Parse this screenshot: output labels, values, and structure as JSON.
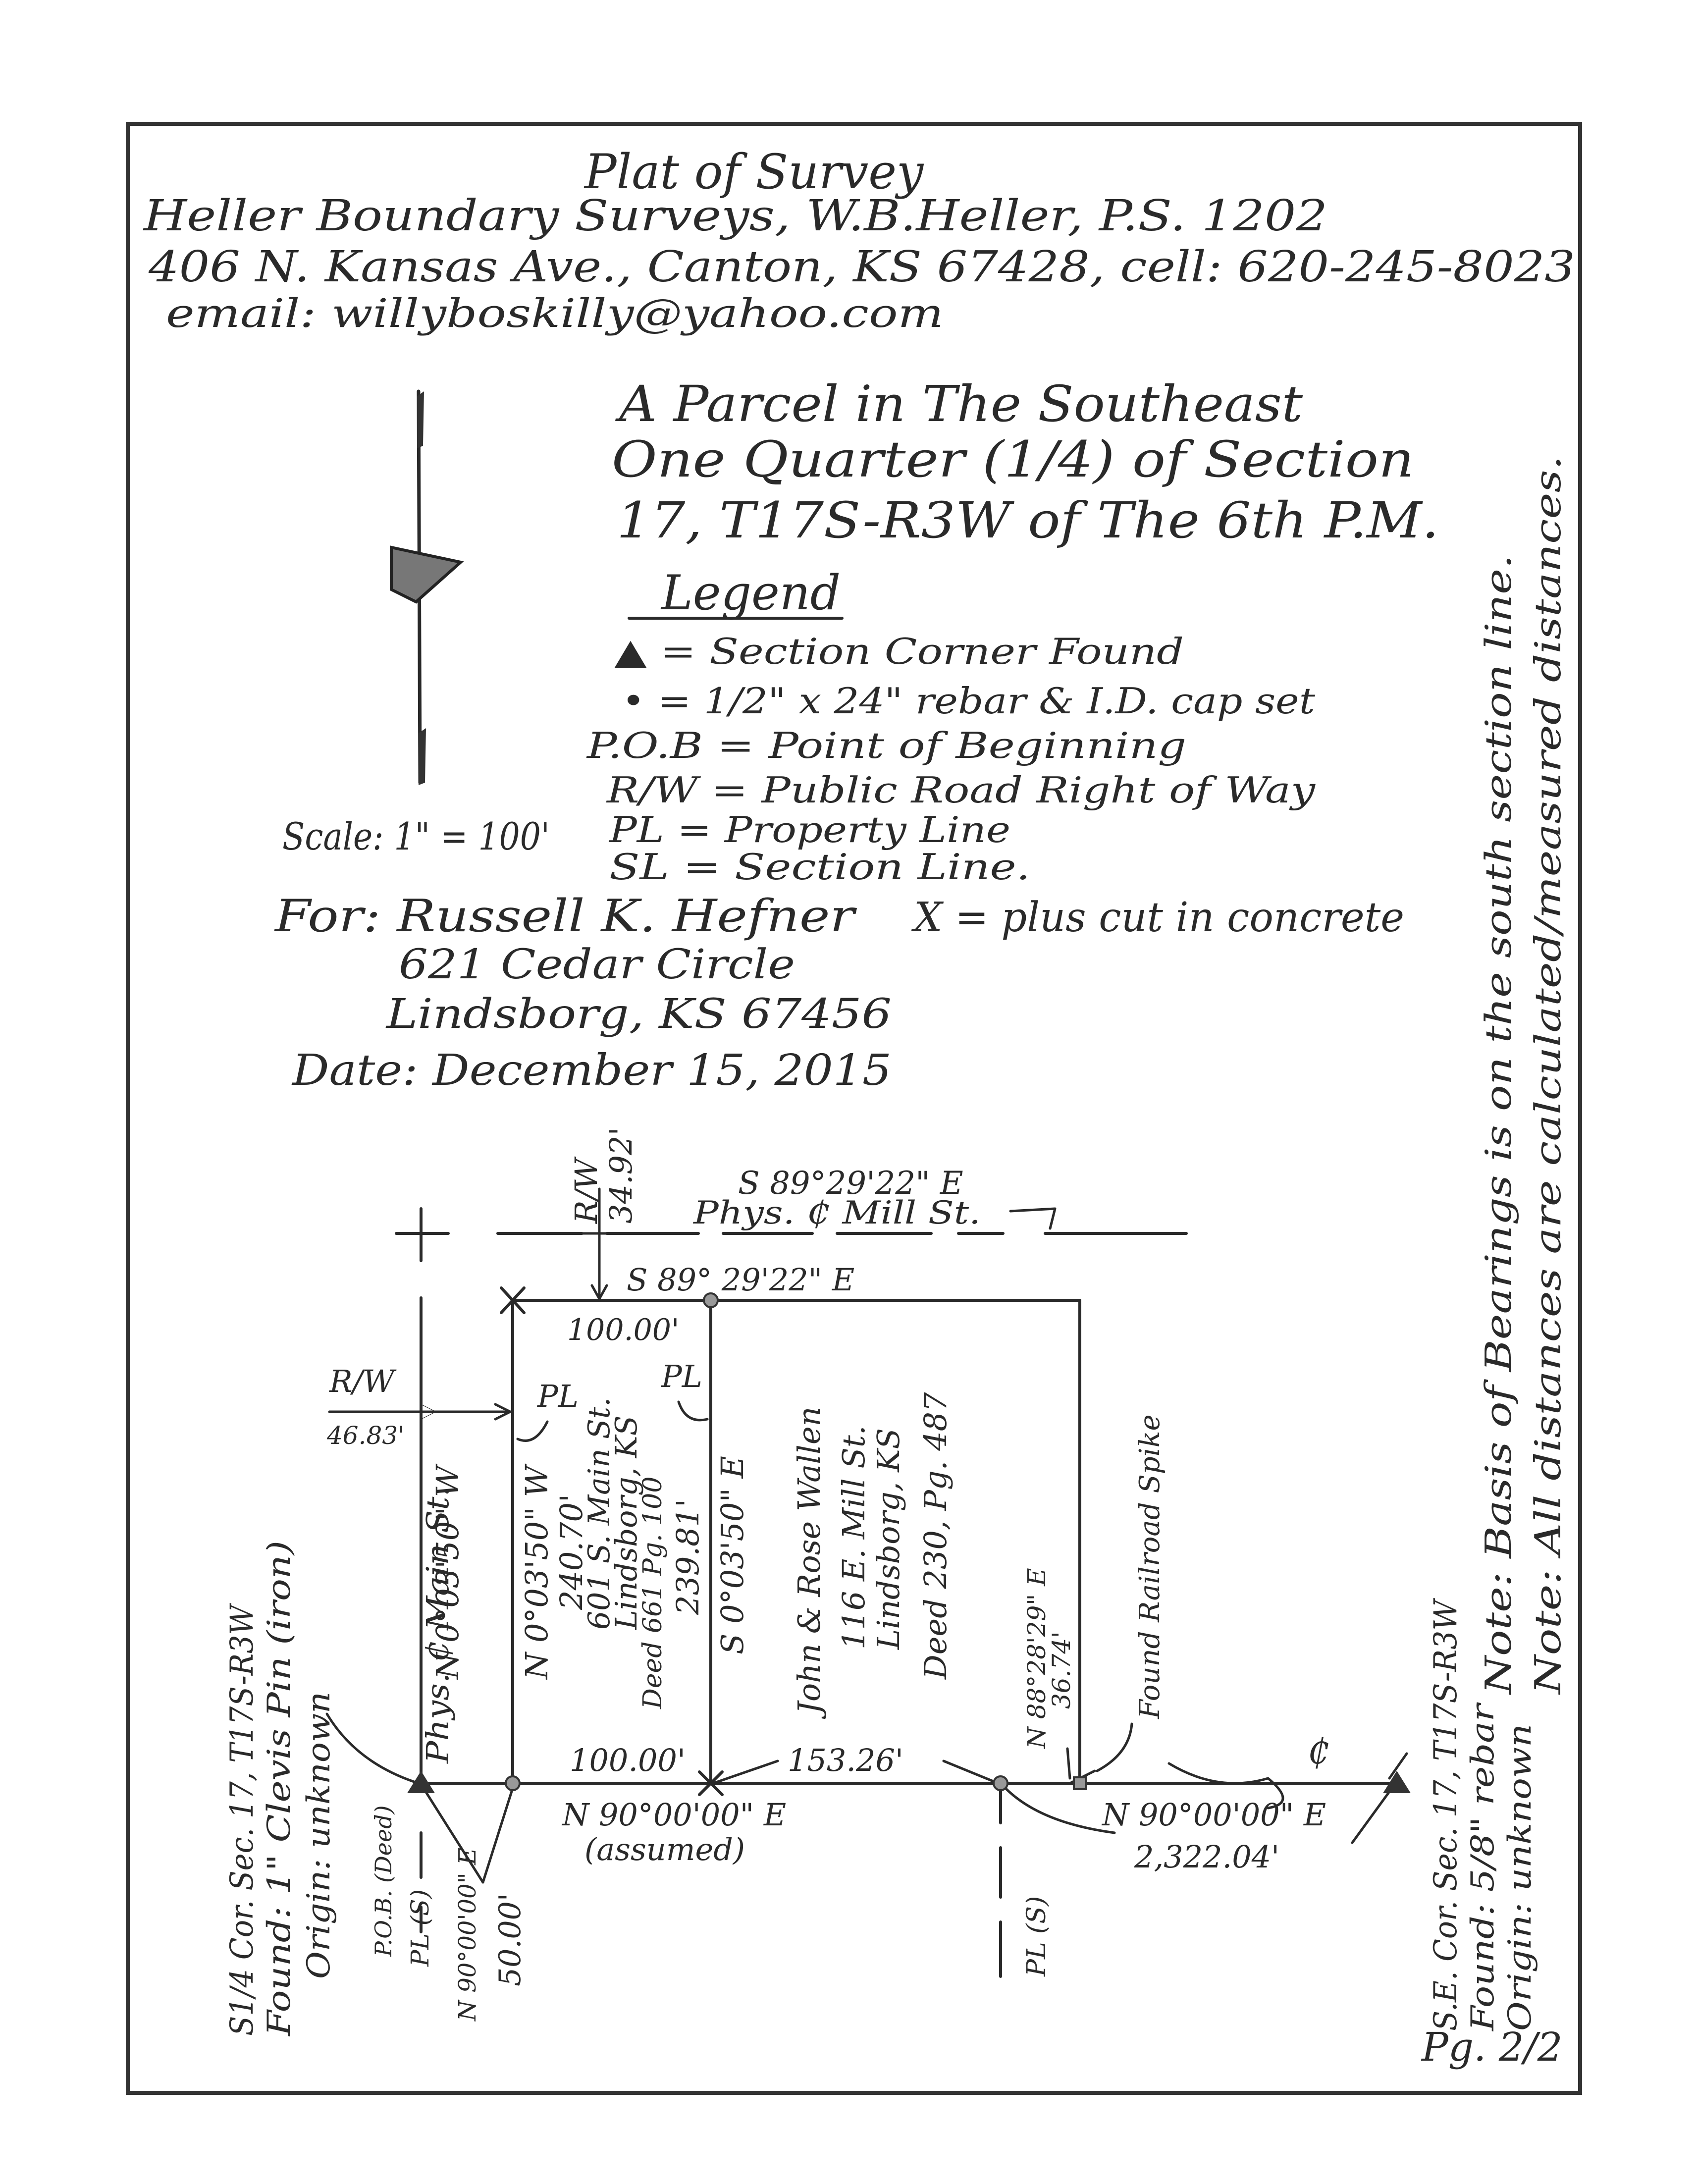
{
  "header": {
    "title": "Plat of Survey",
    "line1": "Heller Boundary Surveys, W.B.Heller, P.S. 1202",
    "line2": "406 N. Kansas Ave., Canton, KS 67428, cell: 620-245-8023",
    "line3": "email: willyboskilly@yahoo.com"
  },
  "description": {
    "line1": "A Parcel in The Southeast",
    "line2": "One Quarter (1/4) of Section",
    "line3": "17, T17S-R3W of The 6th P.M."
  },
  "legend": {
    "heading": "Legend",
    "items": [
      "▲ = Section Corner Found",
      "• = 1/2\" x 24\" rebar & I.D. cap set",
      "P.O.B = Point of Beginning",
      "R/W = Public Road Right of Way",
      "PL = Property Line",
      "SL = Section Line."
    ],
    "plus_cut": "X = plus cut in concrete"
  },
  "scale": "Scale: 1\" = 100'",
  "client": {
    "for": "For: Russell K. Hefner",
    "address1": "621 Cedar Circle",
    "address2": "Lindsborg, KS 67456",
    "date": "Date: December 15, 2015"
  },
  "notes": {
    "note1": "Note: Basis of Bearings is on the south section line.",
    "note2": "Note: All distances are calculated/measured distances."
  },
  "page_number": "Pg. 2/2",
  "labels": {
    "rw_top": "R/W",
    "rw_top_dist": "34.92'",
    "mill_bearing": "S 89°29'22\" E",
    "mill_street": "Phys. ₵ Mill St.",
    "north_bearing": "S 89° 29'22\" E",
    "north_dist": "100.00'",
    "pl_left": "PL",
    "pl_mid": "PL",
    "rw_left": "R/W",
    "rw_left_dist": "46.83'",
    "main_street": "Phys. ₵ Main St.",
    "main_bearing": "N 0°03'50\" W",
    "west_bearing": "N 0°03'50\" W",
    "west_dist": "240.70'",
    "parcel_addr1": "601 S. Main St.",
    "parcel_addr2": "Lindsborg, KS",
    "parcel_deed": "Deed 661 Pg. 100",
    "east_dist": "239.81'",
    "east_bearing": "S 0°03'50\" E",
    "wallen_name": "John & Rose Wallen",
    "wallen_addr1": "116 E. Mill St.",
    "wallen_addr2": "Lindsborg, KS",
    "wallen_deed": "Deed 230, Pg. 487",
    "spike_bearing": "N 88°28'29\" E",
    "spike_dist": "36.74'",
    "spike_label": "Found Railroad Spike",
    "south_dist": "100.00'",
    "south_bearing": "N 90°00'00\" E",
    "assumed": "(assumed)",
    "seg_dist": "153.26'",
    "section_bearing": "N 90°00'00\" E",
    "section_dist": "2,322.04'",
    "sl_tag": "₵",
    "pl_s_left": "PL (S)",
    "pl_s_right": "PL (S)",
    "pob_bearing": "N 90°00'00\" E",
    "pob_dist": "50.00'",
    "pob_label": "P.O.B. (Deed)"
  },
  "corners": {
    "left1": "S1/4 Cor. Sec. 17, T17S-R3W",
    "left2": "Found: 1\" Clevis Pin (iron)",
    "left3": "Origin: unknown",
    "right1": "S.E. Cor. Sec. 17, T17S-R3W",
    "right2": "Found: 5/8\" rebar",
    "right3": "Origin: unknown"
  }
}
